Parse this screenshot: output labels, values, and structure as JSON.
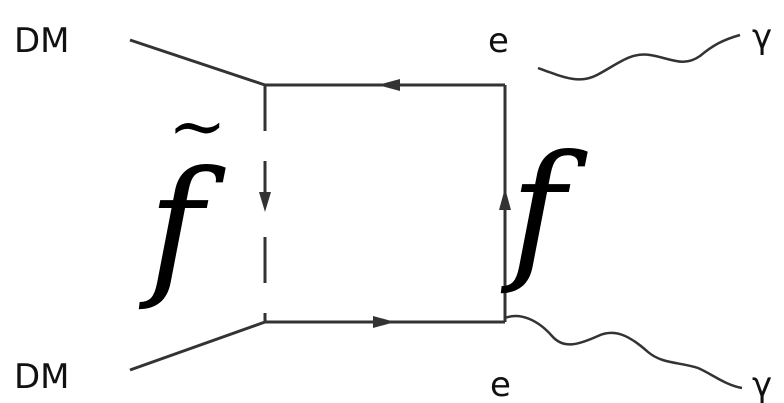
{
  "labels": {
    "dm_top": "DM",
    "dm_bottom": "DM",
    "e_top": "e",
    "e_bottom": "e",
    "f_tilde": "f",
    "tilde_mark": "~",
    "f_right": "f",
    "gamma_top": "γ",
    "gamma_bottom": "γ"
  },
  "colors": {
    "line": "#333333",
    "text": "#111111"
  }
}
